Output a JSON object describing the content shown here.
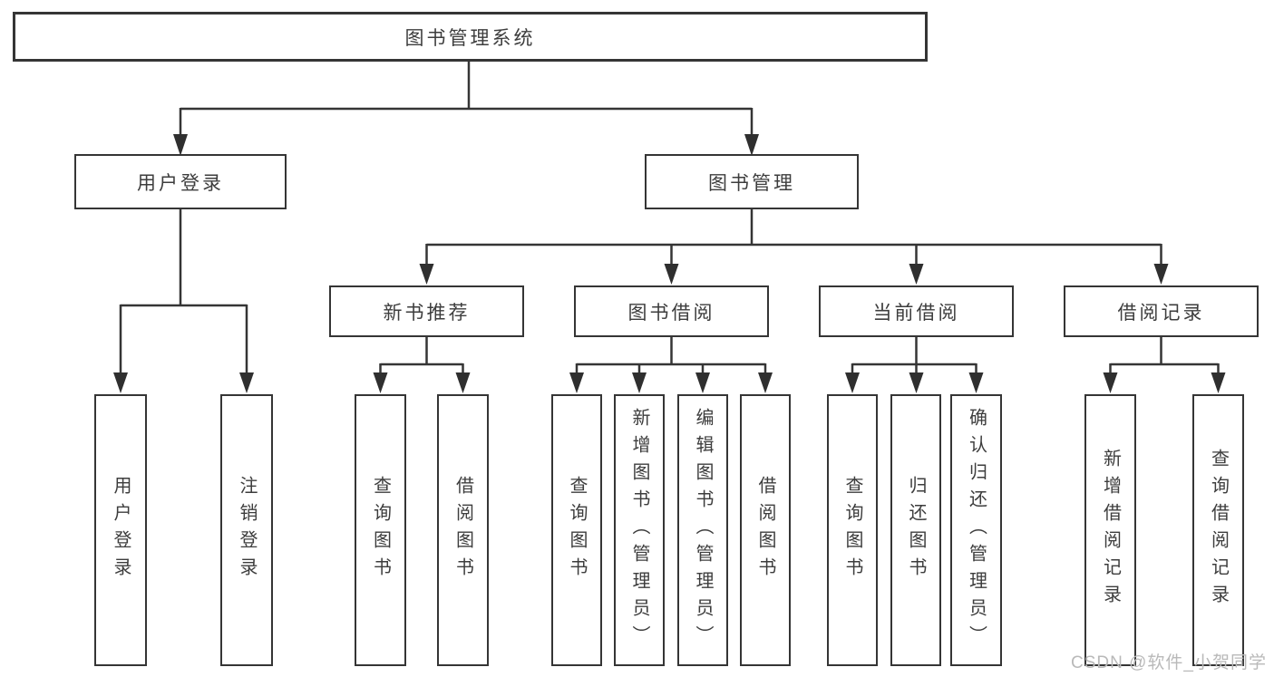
{
  "nodes": {
    "root": "图书管理系统",
    "user_login": "用户登录",
    "book_mgmt": "图书管理",
    "new_book_rec": "新书推荐",
    "book_borrow": "图书借阅",
    "current_borrow": "当前借阅",
    "borrow_record": "借阅记录",
    "ul_user_login": "用户登录",
    "ul_logout": "注销登录",
    "nr_query_book": "查询图书",
    "nr_borrow_book": "借阅图书",
    "bb_query_book": "查询图书",
    "bb_add_book": "新增图书（管理员）",
    "bb_edit_book": "编辑图书（管理员）",
    "bb_borrow_book": "借阅图书",
    "cb_query_book": "查询图书",
    "cb_return_book": "归还图书",
    "cb_confirm_return": "确认归还（管理员）",
    "br_add_record": "新增借阅记录",
    "br_query_record": "查询借阅记录"
  },
  "watermark": "CSDN @软件_小贺同学",
  "colors": {
    "line": "#353535",
    "arrow": "#2f2f2f",
    "border": "#353535",
    "text": "#3d3d3d",
    "watermark": "#b9b9b9",
    "background": "#ffffff"
  }
}
